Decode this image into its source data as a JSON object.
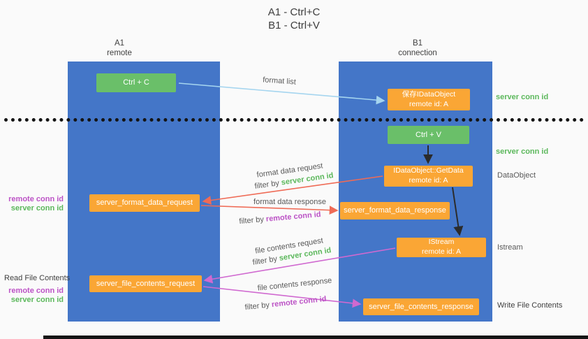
{
  "title": {
    "line1": "A1 - Ctrl+C",
    "line2": "B1 - Ctrl+V"
  },
  "lanes": {
    "left": {
      "name": "A1",
      "subtitle": "remote"
    },
    "right": {
      "name": "B1",
      "subtitle": "connection"
    }
  },
  "boxes": {
    "ctrl_c": {
      "label": "Ctrl + C"
    },
    "ctrl_v": {
      "label": "Ctrl + V"
    },
    "save_dataobject": {
      "line1": "保存IDataObject",
      "line2": "remote id: A"
    },
    "getdata": {
      "line1": "IDataObject::GetData",
      "line2": "remote id: A"
    },
    "istream": {
      "line1": "IStream",
      "line2": "remote id: A"
    },
    "format_request": {
      "label": "server_format_data_request"
    },
    "format_response": {
      "label": "server_format_data_response"
    },
    "file_request": {
      "label": "server_file_contents_request"
    },
    "file_response": {
      "label": "server_file_contents_response"
    }
  },
  "arrow_labels": {
    "format_list": "format list",
    "format_data_request": "format data request",
    "format_data_response": "format data response",
    "file_contents_request": "file contents request",
    "file_contents_response": "file contents response",
    "filter_by": "filter by",
    "server_conn_id": "server conn id",
    "remote_conn_id": "remote conn id"
  },
  "side_labels": {
    "server_conn_id": "server conn id",
    "remote_conn_id": "remote conn id",
    "dataobject": "DataObject",
    "istream": "Istream",
    "read_file_contents": "Read File Contents",
    "write_file_contents": "Write File Contents"
  },
  "colors": {
    "lane_blue": "#4476c8",
    "box_green": "#6abf69",
    "box_orange": "#faa635",
    "text_green": "#5cb85c",
    "text_magenta": "#bc53c6",
    "arrow_red": "#ef6b56",
    "arrow_magenta": "#d069d0",
    "arrow_blue": "#a5d5ef",
    "arrow_black": "#2b2b2b"
  }
}
